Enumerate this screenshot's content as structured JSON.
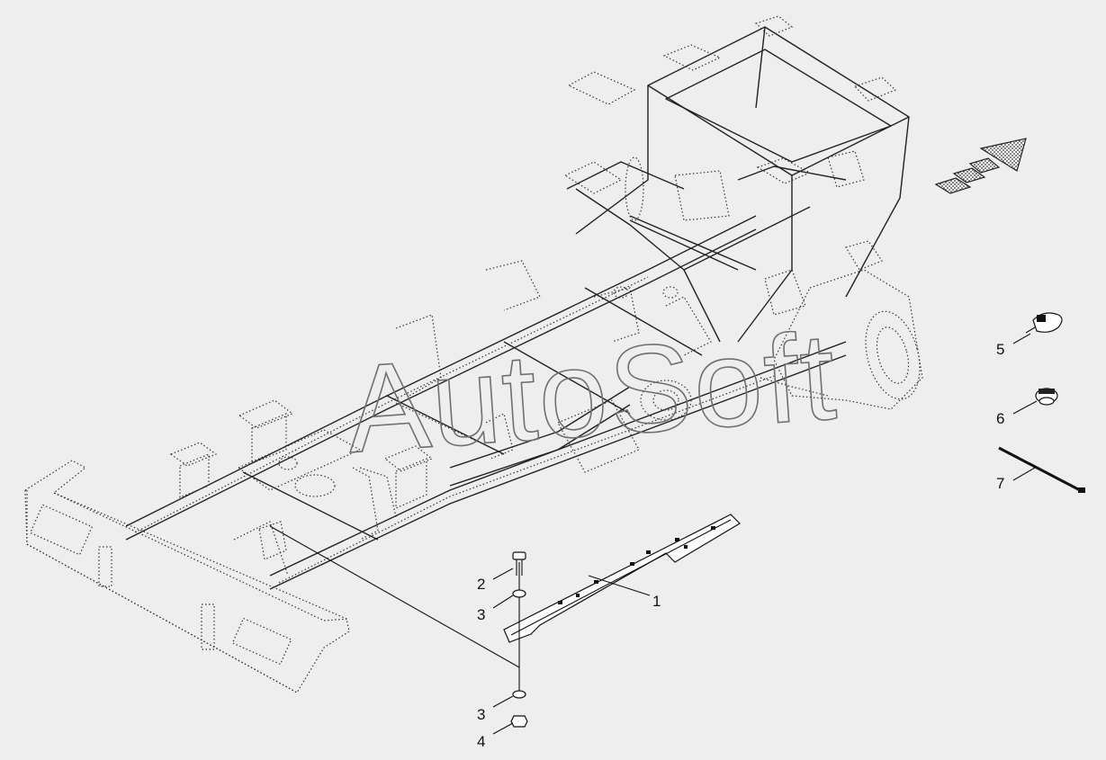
{
  "watermark": "AutoSoft",
  "callouts": [
    {
      "id": "c1",
      "label": "1"
    },
    {
      "id": "c2",
      "label": "2"
    },
    {
      "id": "c3a",
      "label": "3"
    },
    {
      "id": "c3b",
      "label": "3"
    },
    {
      "id": "c4",
      "label": "4"
    },
    {
      "id": "c5",
      "label": "5"
    },
    {
      "id": "c6",
      "label": "6"
    },
    {
      "id": "c7",
      "label": "7"
    }
  ],
  "colors": {
    "background": "#eeeeee",
    "line": "#222222",
    "watermark": "#6f6f6f"
  }
}
